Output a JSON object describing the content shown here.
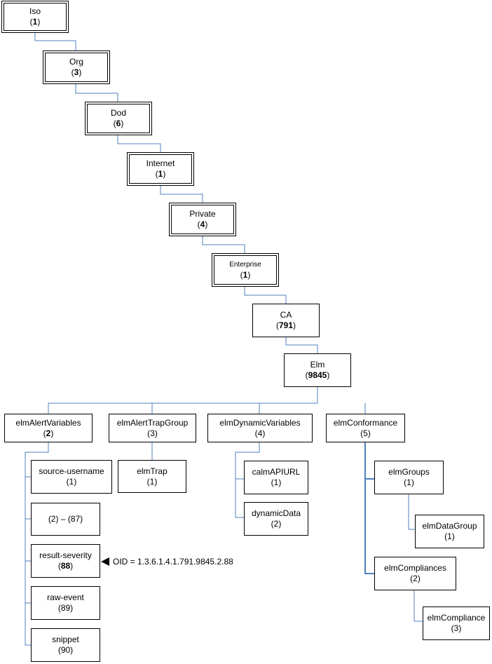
{
  "nodes": {
    "iso": {
      "name": "Iso",
      "num": "1",
      "bold": true
    },
    "org": {
      "name": "Org",
      "num": "3",
      "bold": true
    },
    "dod": {
      "name": "Dod",
      "num": "6",
      "bold": true
    },
    "internet": {
      "name": "Internet",
      "num": "1",
      "bold": true
    },
    "private": {
      "name": "Private",
      "num": "4",
      "bold": true
    },
    "enterprise": {
      "name": "Enterprise",
      "num": "1",
      "bold": true
    },
    "ca": {
      "name": "CA",
      "num": "791",
      "bold": true
    },
    "elm": {
      "name": "Elm",
      "num": "9845",
      "bold": true
    },
    "elmAlertVariables": {
      "name": "elmAlertVariables",
      "num": "2",
      "bold": true
    },
    "elmAlertTrapGroup": {
      "name": "elmAlertTrapGroup",
      "num": "3",
      "bold": false
    },
    "elmDynamicVariables": {
      "name": "elmDynamicVariables",
      "num": "4",
      "bold": false
    },
    "elmConformance": {
      "name": "elmConformance",
      "num": "5",
      "bold": false
    },
    "sourceUsername": {
      "name": "source-username",
      "num": "1",
      "bold": false
    },
    "range": {
      "name": "(2) – (87)",
      "num": "",
      "bold": false
    },
    "resultSeverity": {
      "name": "result-severity",
      "num": "88",
      "bold": true
    },
    "rawEvent": {
      "name": "raw-event",
      "num": "89",
      "bold": false
    },
    "snippet": {
      "name": "snippet",
      "num": "90",
      "bold": false
    },
    "elmTrap": {
      "name": "elmTrap",
      "num": "1",
      "bold": false
    },
    "calmAPIURL": {
      "name": "calmAPIURL",
      "num": "1",
      "bold": false
    },
    "dynamicData": {
      "name": "dynamicData",
      "num": "2",
      "bold": false
    },
    "elmGroups": {
      "name": "elmGroups",
      "num": "1",
      "bold": false
    },
    "elmDataGroup": {
      "name": "elmDataGroup",
      "num": "1",
      "bold": false
    },
    "elmCompliances": {
      "name": "elmCompliances",
      "num": "2",
      "bold": false
    },
    "elmCompliance": {
      "name": "elmCompliance",
      "num": "3",
      "bold": false
    }
  },
  "annotation": {
    "text": "OID = 1.3.6.1.4.1.791.9845.2.88"
  },
  "colors": {
    "connector": "#4f81bd",
    "border": "#000000"
  }
}
